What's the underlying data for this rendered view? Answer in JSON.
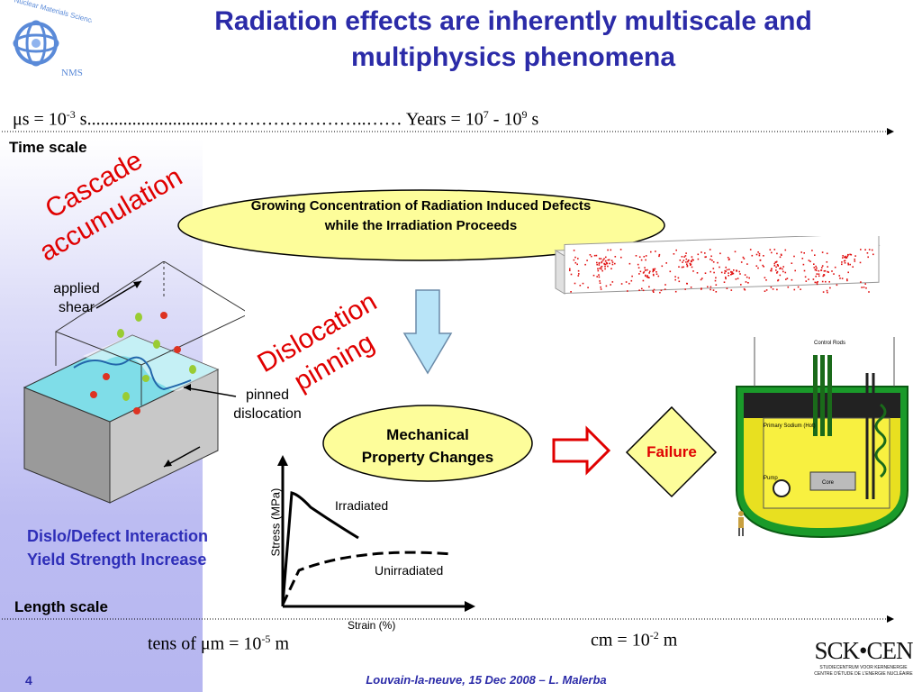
{
  "title_line1": "Radiation effects are inherently multiscale and",
  "title_line2": "multiphysics phenomena",
  "logo": {
    "text": "Nuclear Materials Science",
    "abbr": "NMS"
  },
  "time_scale": {
    "label": "Time scale",
    "left_prefix": "μs = 10",
    "left_exp": "-3",
    "left_suffix": " s",
    "dots": "............................……………………..……",
    "right_prefix": " Years = 10",
    "right_exp1": "7",
    "right_mid": " - 10",
    "right_exp2": "9",
    "right_suffix": " s"
  },
  "cascade": {
    "line1": "Cascade",
    "line2": "accumulation"
  },
  "defects_ellipse": {
    "line1": "Growing Concentration of Radiation Induced Defects",
    "line2": "while the Irradiation Proceeds"
  },
  "dislocation_pinning": {
    "line1": "Dislocation",
    "line2": "pinning"
  },
  "applied_shear": {
    "line1": "applied",
    "line2": "shear"
  },
  "pinned_dislocation": {
    "line1": "pinned",
    "line2": "dislocation"
  },
  "mechanical": {
    "line1": "Mechanical",
    "line2": "Property Changes"
  },
  "failure": "Failure",
  "reactor_labels": {
    "control_rods": "Control Rods",
    "primary_sodium": "Primary Sodium (Hot)",
    "pump": "Pump",
    "core": "Core"
  },
  "stress_strain": {
    "ylabel": "Stress (MPa)",
    "xlabel": "Strain (%)",
    "irradiated": "Irradiated",
    "unirradiated": "Unirradiated"
  },
  "dislo_interaction": {
    "line1": "Dislo/Defect Interaction",
    "line2": "Yield Strength Increase"
  },
  "length_scale": {
    "label": "Length scale",
    "left_prefix": "tens of μm = 10",
    "left_exp": "-5",
    "left_suffix": " m",
    "right_prefix": "cm = 10",
    "right_exp": "-2",
    "right_suffix": "  m"
  },
  "sck_logo": {
    "text": "SCK•CEN",
    "sub1": "STUDIECENTRUM VOOR KERNENERGIE",
    "sub2": "CENTRE D'ÉTUDE DE L'ENERGIE NUCLÉAIRE"
  },
  "footer": "Louvain-la-neuve, 15 Dec 2008 – L. Malerba",
  "page_number": "4",
  "colors": {
    "title": "#2b2ba8",
    "red_text": "#e00000",
    "ellipse": "#fdfd9a",
    "arrow_blue": "#b8e4f8",
    "sidebar": "#b6b6f0"
  }
}
